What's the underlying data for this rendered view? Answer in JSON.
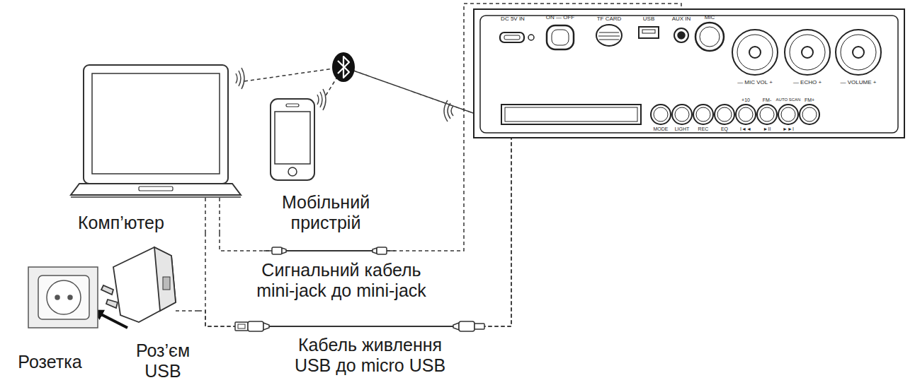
{
  "diagram": {
    "nodes": [
      {
        "text": [
          "Комп’ютер"
        ]
      },
      {
        "text": [
          "Мобільний пристрій"
        ]
      },
      {
        "text": [
          "DC 5V IN",
          "ON — OFF",
          "TF CARD",
          "USB",
          "AUX IN",
          "MIC",
          "— MIC VOL +",
          "— ECHO +",
          "— VOLUME +",
          "MODE",
          "LIGHT",
          "REC",
          "EQ",
          "I◄◄",
          "►II",
          "►►I",
          "+10",
          "FM-",
          "AUTO SCAN",
          "FM+"
        ]
      },
      {
        "text": [
          "Розетка"
        ]
      },
      {
        "text": [
          "Роз’єм USB"
        ]
      }
    ],
    "edges": [
      {
        "from": 0,
        "to": 2,
        "arrow": "none"
      },
      {
        "from": 1,
        "to": 2,
        "arrow": "none"
      },
      {
        "from": 0,
        "to": 2,
        "label": "Сигнальний кабель mini-jack до mini-jack",
        "arrow": "none"
      },
      {
        "from": 0,
        "to": 2,
        "arrow": "none"
      },
      {
        "from": 4,
        "to": 2,
        "label": "Кабель живлення USB до micro USB",
        "arrow": "none"
      },
      {
        "from": 4,
        "to": 3,
        "arrow": "to"
      }
    ]
  }
}
